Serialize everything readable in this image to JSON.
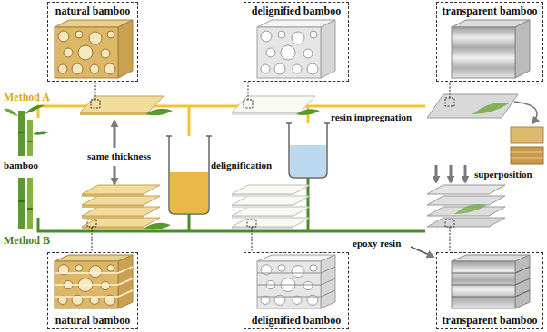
{
  "diagram": {
    "nodes": [
      {
        "text": [
          "natural bamboo"
        ]
      },
      {
        "text": [
          "delignified bamboo"
        ]
      },
      {
        "text": [
          "transparent bamboo"
        ]
      },
      {
        "text": [
          "natural bamboo"
        ]
      },
      {
        "text": [
          "delignified bamboo"
        ]
      },
      {
        "text": [
          "transparent bamboo"
        ]
      }
    ],
    "labels": [
      "Method A",
      "bamboo",
      "same thickness",
      "delignification",
      "resin impregnation",
      "superposition",
      "Method B",
      "epoxy resin"
    ]
  }
}
